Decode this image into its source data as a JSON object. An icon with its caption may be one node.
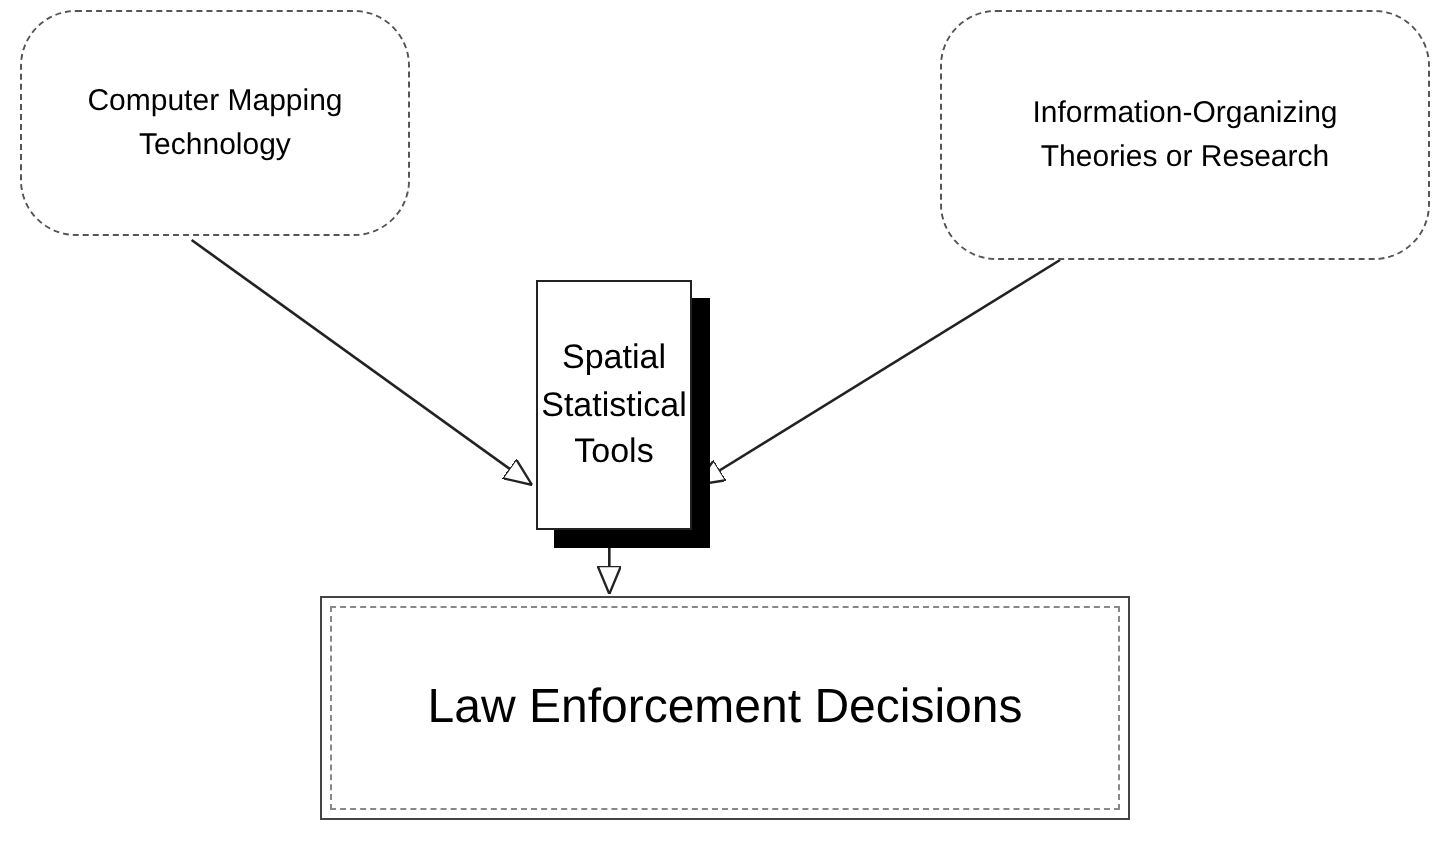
{
  "diagram": {
    "nodes": [
      {
        "text": [
          "Computer Mapping Technology"
        ]
      },
      {
        "text": [
          "Information-Organizing Theories or Research"
        ]
      },
      {
        "text": [
          "Spatial Statistical Tools"
        ]
      },
      {
        "text": [
          "Law Enforcement Decisions"
        ]
      }
    ],
    "edges": [
      {
        "from": 0,
        "to": 2,
        "arrow": "to"
      },
      {
        "from": 1,
        "to": 2,
        "arrow": "to"
      },
      {
        "from": 2,
        "to": 3,
        "arrow": "to"
      }
    ]
  }
}
